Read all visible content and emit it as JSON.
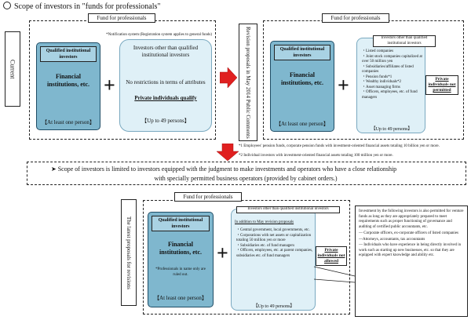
{
  "title": "Scope of investors  in  \"funds  for  professionals\"",
  "top_left": {
    "side_label": "Current",
    "fund_label": "Fund for professionals",
    "notification_note": "*Notification system (Registration system applies to general funds)",
    "qii_box": {
      "header": "Qualified institutional investors",
      "body": "Financial institutions, etc.",
      "footer": "【At least one person】"
    },
    "other_box": {
      "header": "Investors other than qualified institutional investors",
      "body1": "No restrictions in terms of attributes",
      "body2": "Private individuals qualify",
      "footer": "【Up to 49 persons】"
    },
    "plus": "+"
  },
  "top_right": {
    "side_label": "Revision proposals in May 2014 Public Comments",
    "fund_label": "Fund for professionals",
    "qii_box": {
      "header": "Qualified institutional investors",
      "body": "Financial institutions, etc.",
      "footer": "【At least one person】"
    },
    "other_box": {
      "header": "Investors other than qualified institutional investors",
      "items": [
        "・Listed companies",
        "・Joint stock companies capitalized at over 50 million yen",
        "・Subsidiaries/affiliates of listed companies",
        "・Pension funds*1",
        "・Wealthy individuals*2",
        "・Asset managing firms",
        "・Officers, employees, etc. of fund managers"
      ],
      "footer": "【Up to 49 persons】"
    },
    "banned": "Private individuals not permitted",
    "plus": "+",
    "footnote1": "*1 Employees' pension funds, corporate pension funds with investment-oriented financial assets totaling 10 billion yen or more.",
    "footnote2": "*2 Individual investors with investment-oriented financial assets totaling 100 million yen or more."
  },
  "middle_text_line1": "➤   Scope of investors is limited  to investors equipped with the judgment to make  investments and operators who have a close relationship",
  "middle_text_line2": "with specially permitted business operators (provided by cabinet orders.)",
  "bottom": {
    "side_label": "The latest proposals for revisions",
    "fund_label": "Fund for professionals",
    "qii_box": {
      "header": "Qualified institutional investors",
      "body": "Financial institutions, etc.",
      "note": "*Professionals in name only are ruled out.",
      "footer": "【At least one person】"
    },
    "other_box": {
      "header": "Investors other than qualified institutional investors",
      "intro": "In addition to May revision proposals",
      "items": [
        "・Central government, local governments, etc.",
        "・Corporations with net assets or capitalization totaling 50 million yen or more",
        "・Subsidiaries etc. of fund managers",
        "・Officers, employees, etc. at parent companies, subsidiaries etc. of fund managers"
      ],
      "footer": "【Up to 49 persons】"
    },
    "banned": "Private individuals not allowed",
    "plus": "+",
    "right_note": {
      "lead": "Investment by the following investors is also permitted for  venture funds as long as they are appropriately prepared to meet requirements such as proper functioning of governance and auditing of certified public accountants, etc.",
      "item1": "—  Corporate officers, ex-corporate officers  of listed companies",
      "item2": "—Attorneys, accountants, tax accountants",
      "item3": "—  Individuals who have experience in being directly involved in work such as starting up new businesses, etc. so that they are equipped with expert knowledge and ability etc."
    }
  },
  "colors": {
    "blue_box": "#7fb7ce",
    "light_box": "#dff0f7",
    "arrow_red": "#e02020"
  }
}
